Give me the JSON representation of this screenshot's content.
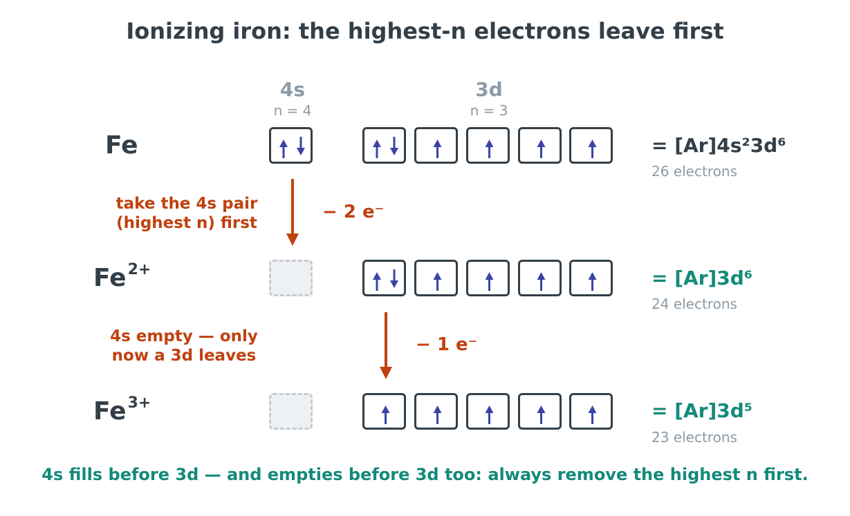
{
  "title": "Ionizing iron: the highest-n electrons leave first",
  "orbitals": {
    "s": {
      "label": "4s",
      "n": "n = 4"
    },
    "d": {
      "label": "3d",
      "n": "n = 3"
    }
  },
  "rows": [
    {
      "species": "Fe",
      "charge": "",
      "s_box": [
        "up",
        "down"
      ],
      "d_boxes": [
        [
          "up",
          "down"
        ],
        [
          "up"
        ],
        [
          "up"
        ],
        [
          "up"
        ],
        [
          "up"
        ]
      ],
      "config": "= [Ar]4s²3d⁶",
      "count": "26 electrons",
      "config_color": "#333f48"
    },
    {
      "species": "Fe",
      "charge": "2+",
      "s_box": null,
      "d_boxes": [
        [
          "up",
          "down"
        ],
        [
          "up"
        ],
        [
          "up"
        ],
        [
          "up"
        ],
        [
          "up"
        ]
      ],
      "config": "= [Ar]3d⁶",
      "count": "24 electrons",
      "config_color": "#138a7a"
    },
    {
      "species": "Fe",
      "charge": "3+",
      "s_box": null,
      "d_boxes": [
        [
          "up"
        ],
        [
          "up"
        ],
        [
          "up"
        ],
        [
          "up"
        ],
        [
          "up"
        ]
      ],
      "config": "= [Ar]3d⁵",
      "count": "23 electrons",
      "config_color": "#138a7a"
    }
  ],
  "steps": [
    {
      "note_line1": "take the 4s pair",
      "note_line2": "(highest n) first",
      "removed": "− 2 e⁻"
    },
    {
      "note_line1": "4s empty — only",
      "note_line2": "now a 3d leaves",
      "removed": "− 1 e⁻"
    }
  ],
  "footer": "4s fills before 3d — and empties before 3d too: always remove the highest n first.",
  "colors": {
    "arrow": "#3a44a5",
    "step_arrow": "#c0410f",
    "box_border": "#333f48",
    "accent": "#138a7a"
  }
}
